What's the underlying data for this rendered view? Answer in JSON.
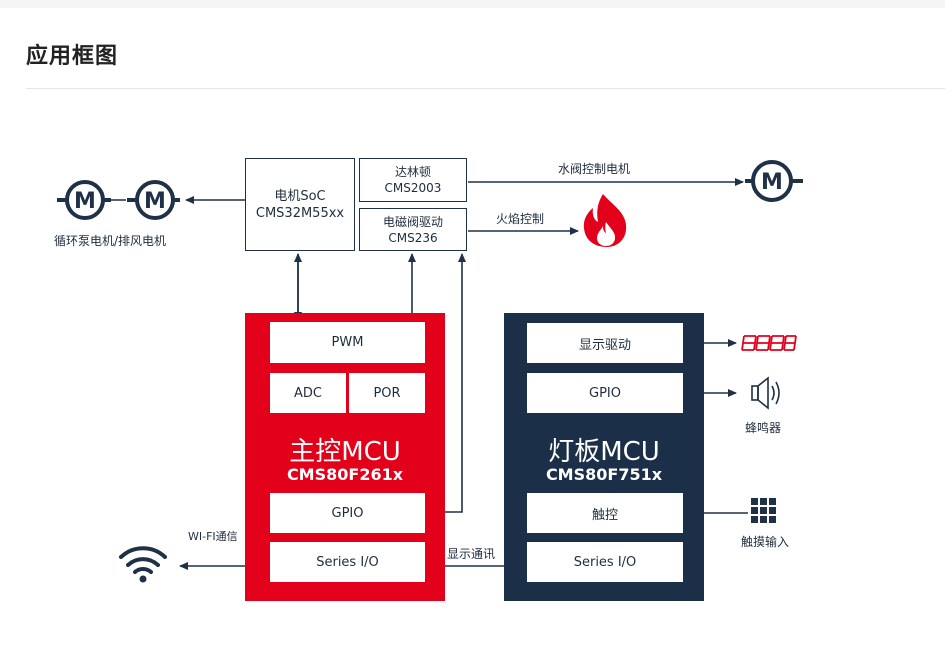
{
  "page": {
    "title": "应用框图"
  },
  "diagram": {
    "soc_box": {
      "line1": "电机SoC",
      "line2": "CMS32M55xx"
    },
    "darlington_box": {
      "line1": "达林顿",
      "line2": "CMS2003"
    },
    "solenoid_box": {
      "line1": "电磁阀驱动",
      "line2": "CMS236"
    },
    "motor_letter": "M",
    "labels": {
      "pump_fan": "循环泵电机/排风电机",
      "valve_motor": "水阀控制电机",
      "flame_control": "火焰控制",
      "wifi": "WI-FI通信",
      "display_comm": "显示通讯",
      "buzzer": "蜂鸣器",
      "touch_input": "触摸输入"
    },
    "main_mcu": {
      "name": "主控MCU",
      "model": "CMS80F261x",
      "blocks": {
        "pwm": "PWM",
        "adc": "ADC",
        "por": "POR",
        "gpio": "GPIO",
        "serial": "Series I/O"
      }
    },
    "light_mcu": {
      "name": "灯板MCU",
      "model": "CMS80F751x",
      "blocks": {
        "display_drive": "显示驱动",
        "gpio": "GPIO",
        "touch": "触控",
        "serial": "Series I/O"
      }
    },
    "colors": {
      "red": "#e2001a",
      "navy": "#1b2f48",
      "line": "#1f3047"
    }
  }
}
